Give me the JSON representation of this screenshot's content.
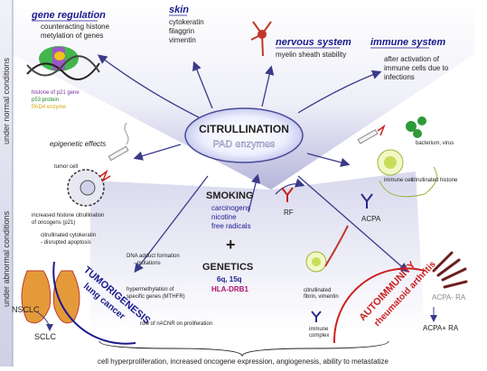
{
  "side_labels": {
    "normal": "under normal conditions",
    "abnormal": "under abnormal conditions"
  },
  "center": {
    "title": "CITRULLINATION",
    "subtitle": "PAD enzymes"
  },
  "gene_regulation": {
    "title": "gene regulation",
    "desc_line1": "counteracting histone",
    "desc_line2": "metylation of genes",
    "legend": [
      "histone of p21 gene",
      "p53 protein",
      "PAD4 enzyme"
    ]
  },
  "skin": {
    "title": "skin",
    "items": [
      "cytokeratin",
      "filaggrin",
      "vimentin"
    ]
  },
  "nervous_system": {
    "title": "nervous system",
    "desc": "myelin sheath stability"
  },
  "immune_system": {
    "title": "immune system",
    "desc_lines": [
      "after activation of",
      "immune cells due to",
      "infections"
    ]
  },
  "epigenetic": {
    "label": "epigenetic effects",
    "tumor_cell": "tumor cell",
    "histone_lines": [
      "increased histone citrullination",
      "of oncogens (p21)"
    ],
    "cytokeratin_lines": [
      "citrullinated cytokeratin",
      "- disrupted apoptosis"
    ]
  },
  "smoking": {
    "title": "SMOKING",
    "items": [
      "carcinogens",
      "nicotine",
      "free radicals"
    ]
  },
  "plus": "+",
  "genetics": {
    "title": "GENETICS",
    "loci": "6q, 15q",
    "hla": "HLA-DRB1"
  },
  "immune_detail": {
    "bacterium": "bacterium, virus",
    "immune_cell": "immune cell",
    "cit_histone": "citrullinated histone",
    "acpa": "ACPA",
    "rf": "RF",
    "fibrin_lines": [
      "citrullinated",
      "fibrin, vimentin"
    ],
    "complex_lines": [
      "immune",
      "complex"
    ]
  },
  "tumorigenesis": {
    "title": "TUMORIGENESIS",
    "subtitle": "lung cancer",
    "nsclc": "NSCLC",
    "sclc": "SCLC",
    "dna_lines": [
      "DNA adduct formation",
      "- mutations"
    ],
    "hyper_lines": [
      "hypermethylation of",
      "specific genes (MTHFR)"
    ],
    "nacnr": "role of nACNR on proliferation"
  },
  "autoimmunity": {
    "title": "AUTOIMMUNITY",
    "subtitle": "rheumatoid arthritis",
    "acpa_neg": "ACPA- RA",
    "acpa_pos": "ACPA+ RA"
  },
  "footer": "cell hyperproliferation, increased oncogene expression, angiogenesis, ability to metastatize",
  "colors": {
    "heading": "#1a1a8c",
    "arrow": "#3a3a8a",
    "red": "#cc1f1f",
    "hla": "#b0136b",
    "gray": "#8a8a8a"
  }
}
